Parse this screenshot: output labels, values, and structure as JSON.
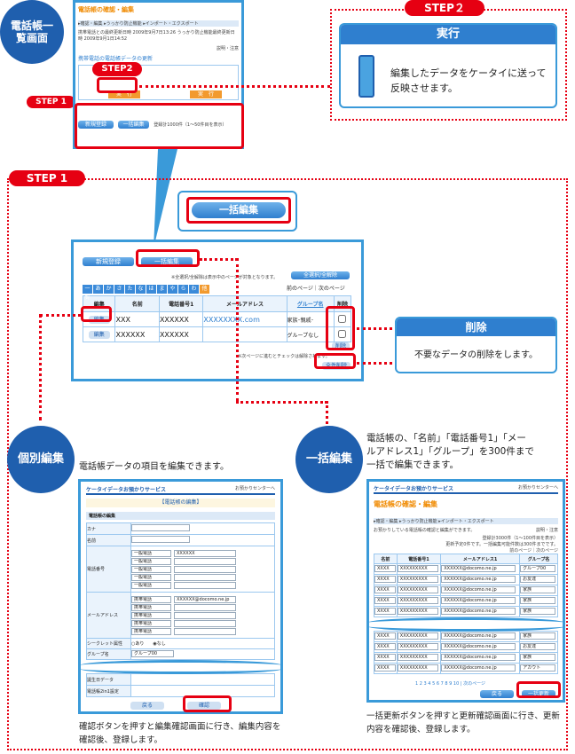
{
  "top": {
    "circle_label": "電話帳一覧画面",
    "step1": "STEP 1",
    "step2": "STEP2",
    "shot": {
      "title": "電話帳の確認・編集",
      "tabs": [
        "▸確認・編集",
        "▸うっかり防止機能",
        "▸インポート・エクスポート"
      ],
      "last_update_label": "携帯電話との最終更新日時",
      "last_update": "2009年9月7日13:26",
      "uk_label": "うっかり防止機能最終更新日時",
      "uk_date": "2009年9月1日14:52",
      "help": "説明・注意",
      "section": "携帯電話の電話帳データの更新",
      "run": "実　行",
      "new": "新規登録",
      "bulk": "一括編集",
      "count": "登録計1000件（1〜50件目を表示）"
    }
  },
  "step2": {
    "label": "STEP２",
    "head": "実行",
    "text": "編集したデータをケータイに送って反映させます。"
  },
  "callout": {
    "label": "一括編集"
  },
  "step1": {
    "label": "STEP 1"
  },
  "mid": {
    "new_btn": "新規登録",
    "bulk_btn": "一括編集",
    "note": "※全選択/全解除は表示中のページが対象となります。",
    "select_all": "全選択/全解除",
    "tabs": [
      "一覧",
      "あ",
      "か",
      "さ",
      "た",
      "な",
      "は",
      "ま",
      "や",
      "ら",
      "わ",
      "他"
    ],
    "pager": "前のページ｜次のページ",
    "headers": [
      "編集",
      "名前",
      "電話番号1",
      "メールアドレス",
      "グループ名",
      "削除"
    ],
    "rows": [
      {
        "edit": "編集",
        "name": "XXX",
        "tel": "XXXXXX",
        "mail": "XXXXXXXX.com",
        "group": "家族･親戚･"
      },
      {
        "edit": "編集",
        "name": "XXXXXX",
        "tel": "XXXXXX",
        "mail": "",
        "group": "グループなし"
      }
    ],
    "delete_btn": "削除",
    "note2": "※次ページに進むとチェックは解除されます。",
    "delete_all": "全件削除"
  },
  "delete_box": {
    "head": "削除",
    "text": "不要なデータの削除をします。"
  },
  "left": {
    "circle": "個別編集",
    "desc": "電話帳データの項目を編集できます。",
    "shot": {
      "service": "ケータイデータお預かりサービス",
      "center": "お預かりセンターへ",
      "title": "【電話帳の編集】",
      "section": "電話帳の編集",
      "kana": "カナ",
      "name": "名前",
      "tel": "電話番号",
      "mail": "メールアドレス",
      "secret": "シークレット属性",
      "secret_on": "あり",
      "secret_off": "なし",
      "group": "グループ名",
      "group_val": "グループ00",
      "birthday": "誕生日データ",
      "ringtone": "電話帳2in1設定",
      "tel_types": [
        "一般電話",
        "一般電話",
        "一般電話",
        "一般電話",
        "一般電話"
      ],
      "tel_first": "XXXXXX",
      "mail_types": [
        "携帯電話",
        "携帯電話",
        "携帯電話",
        "携帯電話",
        "携帯電話"
      ],
      "mail_first": "XXXXXX@docomo.ne.jp",
      "back": "戻る",
      "confirm": "確認"
    },
    "caption": "確認ボタンを押すと編集確認画面に行き、編集内容を確認後、登録します。"
  },
  "right": {
    "circle": "一括編集",
    "desc": "電話帳の、「名前」「電話番号1」「メールアドレス1」「グループ」を300件まで一括で編集できます。",
    "shot": {
      "service": "ケータイデータお預かりサービス",
      "center": "お預かりセンターへ",
      "title": "電話帳の確認・編集",
      "tabs": [
        "▸確認・編集",
        "▸うっかり防止機能",
        "▸インポート・エクスポート"
      ],
      "intro": "お預かりしている電話帳の確認と編集ができます。",
      "help": "説明・注意",
      "count": "登録計3000件（1〜100件目を表示）",
      "note": "更新予定0件です。一括編集可能件数は300件までです。",
      "pager": "前のページ｜次のページ",
      "headers": [
        "名前",
        "電話番号1",
        "メールアドレス1",
        "グループ名"
      ],
      "rows": [
        [
          "XXXX",
          "XXXXXXXXX",
          "XXXXXX@docomo.ne.jp",
          "グループ00"
        ],
        [
          "XXXX",
          "XXXXXXXXX",
          "XXXXXX@docomo.ne.jp",
          "お友達"
        ],
        [
          "XXXX",
          "XXXXXXXXX",
          "XXXXXX@docomo.ne.jp",
          "家族"
        ],
        [
          "XXXX",
          "XXXXXXXXX",
          "XXXXXX@docomo.ne.jp",
          "家族"
        ],
        [
          "XXXX",
          "XXXXXXXXX",
          "XXXXXX@docomo.ne.jp",
          "家族"
        ],
        [
          "XXXX",
          "XXXXXXXXX",
          "XXXXXX@docomo.ne.jp",
          "家族"
        ],
        [
          "XXXX",
          "XXXXXXXXX",
          "XXXXXX@docomo.ne.jp",
          "お友達"
        ],
        [
          "XXXX",
          "XXXXXXXXX",
          "XXXXXX@docomo.ne.jp",
          "家族"
        ],
        [
          "XXXX",
          "XXXXXXXXX",
          "XXXXXX@docomo.ne.jp",
          "アカウト"
        ]
      ],
      "pages": "1 2 3 4 5 6 7 8 9 10 | 次のページ",
      "back": "戻る",
      "update": "一括更新"
    },
    "caption": "一括更新ボタンを押すと更新確認画面に行き、更新内容を確認後、登録します。"
  },
  "colors": {
    "blue": "#1f5fae",
    "red": "#e60012",
    "light_blue": "#3a9ad9",
    "orange": "#f29a2e"
  }
}
